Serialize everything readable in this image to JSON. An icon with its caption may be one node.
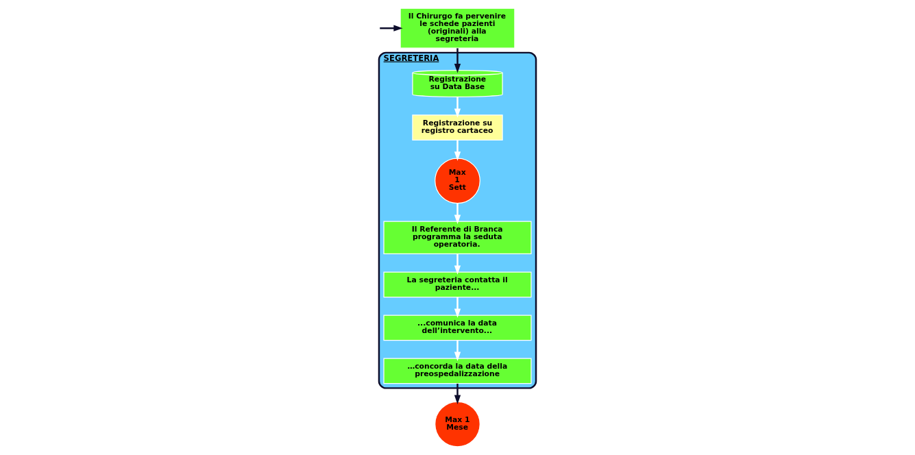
{
  "diagram": {
    "nodes": [
      {
        "text": [
          "Il Chirurgo fa pervenire le schede pazienti (originali) alla segreteria"
        ]
      },
      {
        "text": [
          "SEGRETERIA"
        ]
      },
      {
        "text": [
          "Registrazione su Data Base"
        ],
        "in": 1
      },
      {
        "text": [
          "Registrazione su registro cartaceo"
        ],
        "in": 1
      },
      {
        "text": [
          "Max 1 Sett"
        ],
        "in": 1
      },
      {
        "text": [
          "Il Referente di Branca programma la seduta operatoria."
        ],
        "in": 1
      },
      {
        "text": [
          "La segreteria contatta il paziente..."
        ],
        "in": 1
      },
      {
        "text": [
          "...comunica la data dell’intervento..."
        ],
        "in": 1
      },
      {
        "text": [
          "…concorda la data della preospedalizzazione"
        ],
        "in": 1
      },
      {
        "text": [
          "Max 1 Mese"
        ]
      }
    ],
    "edges": [
      {
        "from": null,
        "to": 0,
        "arrow": "to",
        "color": "#0d0d2b"
      },
      {
        "from": 0,
        "to": 2,
        "arrow": "to",
        "color": "#0d0d2b"
      },
      {
        "from": 2,
        "to": 3,
        "arrow": "to"
      },
      {
        "from": 3,
        "to": 4,
        "arrow": "to"
      },
      {
        "from": 4,
        "to": 5,
        "arrow": "to"
      },
      {
        "from": 5,
        "to": 6,
        "arrow": "to"
      },
      {
        "from": 6,
        "to": 7,
        "arrow": "to"
      },
      {
        "from": 7,
        "to": 8,
        "arrow": "to"
      },
      {
        "from": 8,
        "to": 9,
        "arrow": "to",
        "color": "#0d0d2b"
      }
    ]
  }
}
